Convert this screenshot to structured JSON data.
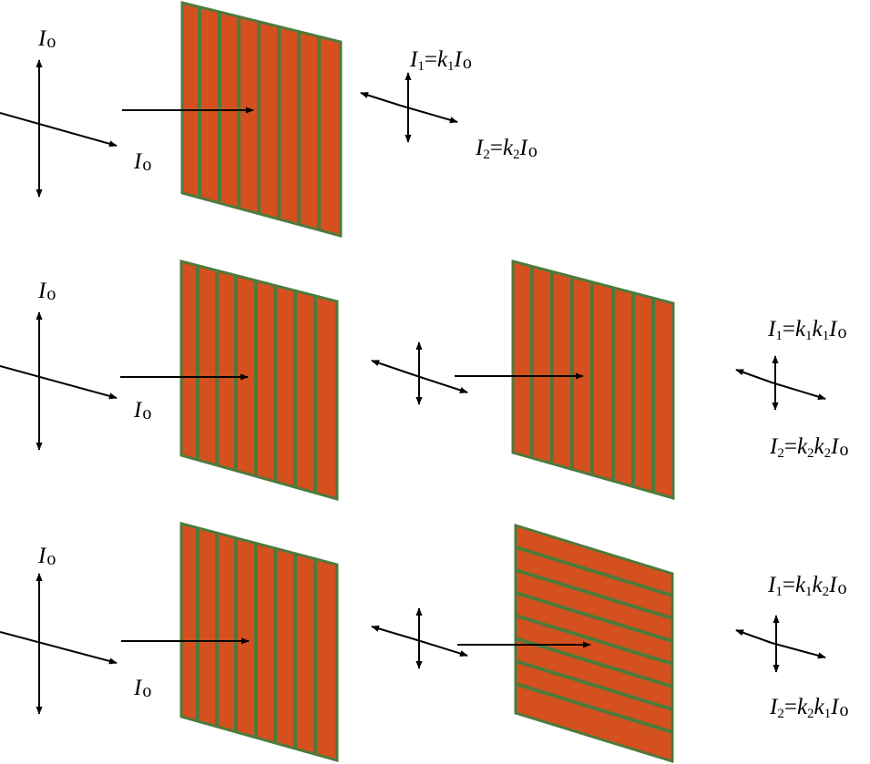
{
  "colors": {
    "panel_fill": "#d4501e",
    "stripe": "#4e7a3c",
    "arrow": "#000000"
  },
  "rows": [
    {
      "incident": {
        "intensity_top": "Io",
        "intensity_side": "Io"
      },
      "polarizers": [
        "vertical"
      ],
      "output": {
        "i1": "I1=k1Io",
        "i2": "I2=k2Io"
      }
    },
    {
      "incident": {
        "intensity_top": "Io",
        "intensity_side": "Io"
      },
      "polarizers": [
        "vertical",
        "vertical"
      ],
      "output": {
        "i1": "I1=k1k1Io",
        "i2": "I2=k2k2Io"
      }
    },
    {
      "incident": {
        "intensity_top": "Io",
        "intensity_side": "Io"
      },
      "polarizers": [
        "vertical",
        "horizontal"
      ],
      "output": {
        "i1": "I1=k1k2Io",
        "i2": "I2=k2k1Io"
      }
    }
  ]
}
